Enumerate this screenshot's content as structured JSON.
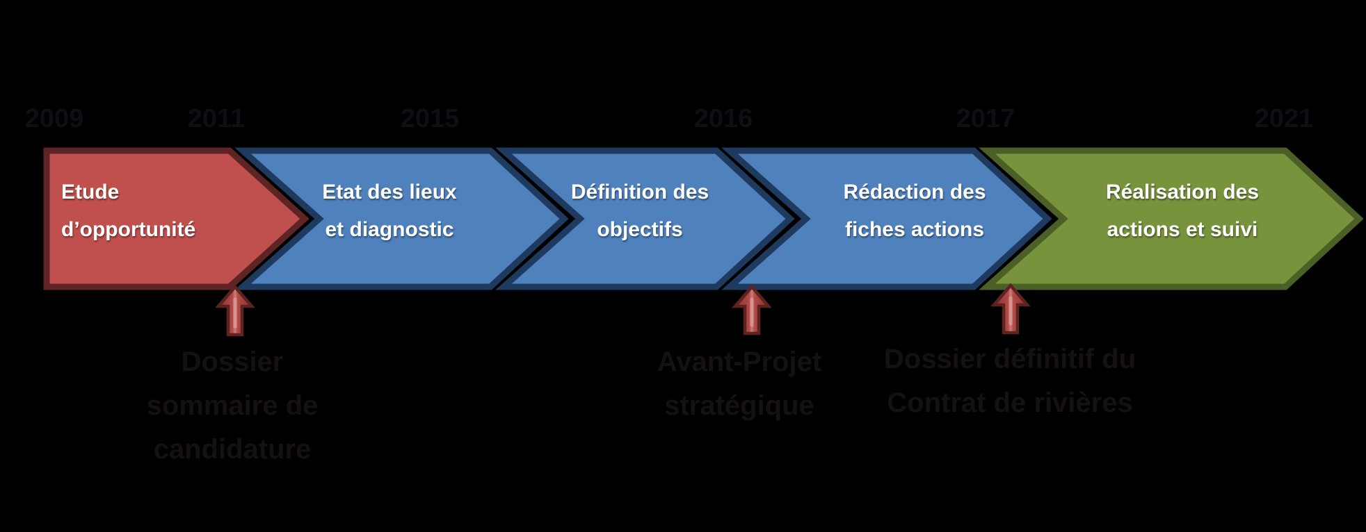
{
  "background": "#000000",
  "timeline": {
    "years": [
      {
        "label": "2009"
      },
      {
        "label": "2011"
      },
      {
        "label": "2015"
      },
      {
        "label": "2016"
      },
      {
        "label": "2017"
      },
      {
        "label": "2021"
      }
    ],
    "phases": [
      {
        "label": "Etude d’opportunité",
        "lines": [
          "Etude",
          "d’opportunité"
        ],
        "fill": "#c0504d",
        "border": "#5e2423"
      },
      {
        "label": "Etat des lieux et diagnostic",
        "lines": [
          "Etat des lieux",
          "et diagnostic"
        ],
        "fill": "#4f81bd",
        "border": "#1f3a5f"
      },
      {
        "label": "Définition des objectifs",
        "lines": [
          "Définition des",
          "objectifs"
        ],
        "fill": "#4f81bd",
        "border": "#1f3a5f"
      },
      {
        "label": "Rédaction des fiches actions",
        "lines": [
          "Rédaction des",
          "fiches actions"
        ],
        "fill": "#4f81bd",
        "border": "#1f3a5f"
      },
      {
        "label": "Réalisation des actions et suivi",
        "lines": [
          "Réalisation des",
          "actions et suivi"
        ],
        "fill": "#77933c",
        "border": "#4c5f26"
      }
    ],
    "milestones": [
      {
        "label": "Dossier sommaire de candidature",
        "lines": [
          "Dossier",
          "sommaire de",
          "candidature"
        ]
      },
      {
        "label": "Avant-Projet stratégique",
        "lines": [
          "Avant-Projet",
          "stratégique"
        ]
      },
      {
        "label": "Dossier définitif du Contrat de rivières",
        "lines": [
          "Dossier définitif du",
          "Contrat de rivières"
        ]
      }
    ],
    "colors": {
      "phase_text": "#ffffff",
      "year_text": "#0e0e15",
      "milestone_text": "#151013",
      "milestone_arrow_fill": "#a8453f",
      "milestone_arrow_border": "#5e2220",
      "milestone_arrow_highlight": "#dc9a96"
    }
  }
}
